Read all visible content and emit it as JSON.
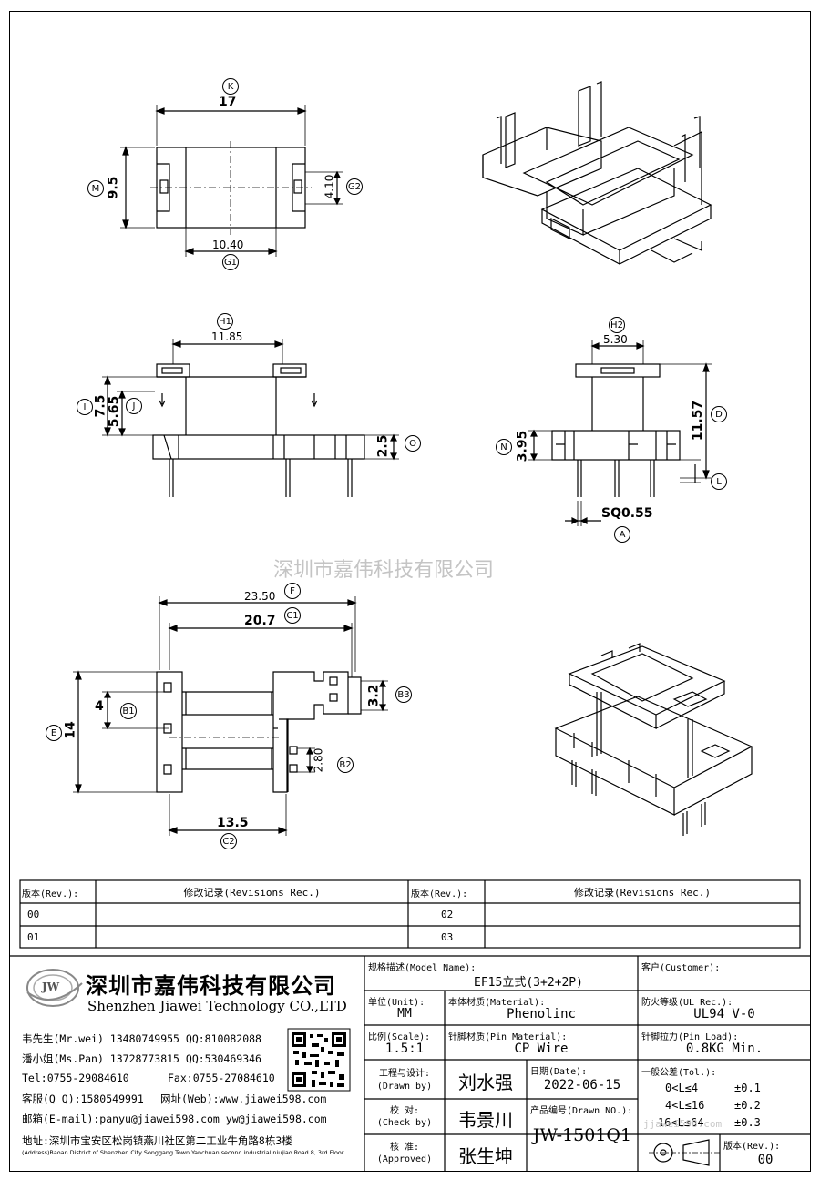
{
  "watermark": "深圳市嘉伟科技有限公司",
  "website_watermark": "jjawei598.com",
  "views": {
    "top": {
      "dim_k": "17",
      "label_k": "K",
      "dim_m": "9.5",
      "label_m": "M",
      "dim_g2": "4.10",
      "label_g2": "G2",
      "dim_g1": "10.40",
      "label_g1": "G1"
    },
    "front": {
      "dim_h1": "11.85",
      "label_h1": "H1",
      "dim_i": "7.5",
      "label_i": "I",
      "dim_j": "5.65",
      "label_j": "J",
      "dim_o": "2.5",
      "label_o": "O"
    },
    "side": {
      "dim_h2": "5.30",
      "label_h2": "H2",
      "dim_d": "11.57",
      "label_d": "D",
      "dim_n": "3.95",
      "label_n": "N",
      "label_l": "L",
      "dim_a": "SQ0.55",
      "label_a": "A"
    },
    "bottom": {
      "dim_f": "23.50",
      "label_f": "F",
      "dim_c1": "20.7",
      "label_c1": "C1",
      "dim_e": "14",
      "label_e": "E",
      "dim_b1": "4",
      "label_b1": "B1",
      "dim_b3": "3.2",
      "label_b3": "B3",
      "dim_b2": "2.80",
      "label_b2": "B2",
      "dim_c2": "13.5",
      "label_c2": "C2"
    }
  },
  "revisions": {
    "col_rev": "版本(Rev.):",
    "col_rec": "修改记录(Revisions Rec.)",
    "rows": [
      {
        "left": "00",
        "right": "02"
      },
      {
        "left": "01",
        "right": "03"
      }
    ]
  },
  "company": {
    "logo_text": "JW",
    "name_cn": "深圳市嘉伟科技有限公司",
    "name_en": "Shenzhen Jiawei Technology CO.,LTD",
    "contact_1": "韦先生(Mr.wei) 13480749955 QQ:810082088",
    "contact_2": "潘小姐(Ms.Pan) 13728773815 QQ:530469346",
    "tel": "Tel:0755-29084610",
    "fax": "Fax:0755-27084610",
    "service": "客服(Q Q):1580549991",
    "web": "网址(Web):www.jiawei598.com",
    "email": "邮箱(E-mail):panyu@jiawei598.com  yw@jiawei598.com",
    "address_cn": "地址:深圳市宝安区松岗镇燕川社区第二工业牛角路8栋3楼",
    "address_en": "(Address)Baoan District of Shenzhen City Songgang Town Yanchuan  second industrial niujiao Road 8, 3rd Floor"
  },
  "title_block": {
    "model_label": "规格描述(Model Name):",
    "model_value": "EF15立式(3+2+2P)",
    "customer_label": "客户(Customer):",
    "customer_value": "",
    "unit_label": "单位(Unit):",
    "unit_value": "MM",
    "material_label": "本体材质(Material):",
    "material_value": "Phenolinc",
    "ul_label": "防火等级(UL Rec.):",
    "ul_value": "UL94 V-0",
    "scale_label": "比例(Scale):",
    "scale_value": "1.5:1",
    "pin_material_label": "针脚材质(Pin Material):",
    "pin_material_value": "CP Wire",
    "pin_load_label": "针脚拉力(Pin Load):",
    "pin_load_value": "0.8KG Min.",
    "drawn_label_cn": "工程与设计:",
    "drawn_label_en": "(Drawn by)",
    "drawn_value": "刘水强",
    "date_label": "日期(Date):",
    "date_value": "2022-06-15",
    "check_label_cn": "校  对:",
    "check_label_en": "(Check by)",
    "check_value": "韦景川",
    "drawn_no_label": "产品编号(Drawn NO.):",
    "drawn_no_value": "JW-1501Q1",
    "approved_label_cn": "核  准:",
    "approved_label_en": "(Approved)",
    "approved_value": "张生坤",
    "tol_label": "一般公差(Tol.):",
    "tol_rows": [
      {
        "range": "0<L≤4",
        "value": "±0.1"
      },
      {
        "range": "4<L≤16",
        "value": "±0.2"
      },
      {
        "range": "16<L≤64",
        "value": "±0.3"
      }
    ],
    "rev_label": "版本(Rev.):",
    "rev_value": "00"
  }
}
